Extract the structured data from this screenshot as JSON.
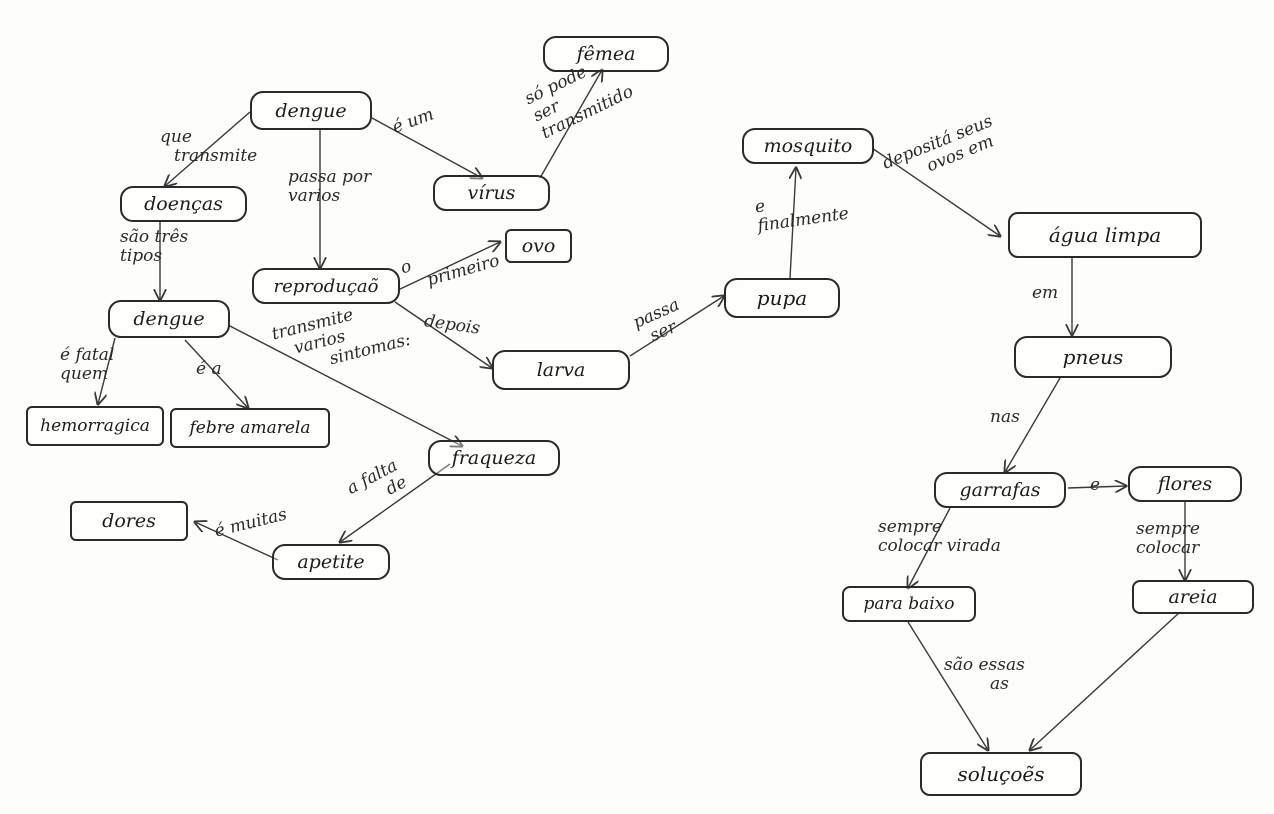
{
  "nodes": {
    "femea": "fêmea",
    "dengue_top": "dengue",
    "doencas": "doenças",
    "virus": "vírus",
    "reproducao": "reproduçaõ",
    "ovo": "ovo",
    "dengue_mid": "dengue",
    "larva": "larva",
    "pupa": "pupa",
    "hemorragica": "hemorragica",
    "febre_amarela": "febre amarela",
    "fraqueza": "fraqueza",
    "dores": "dores",
    "apetite": "apetite",
    "mosquito": "mosquito",
    "agua_limpa": "água limpa",
    "pneus": "pneus",
    "garrafas": "garrafas",
    "flores": "flores",
    "para_baixo": "para baixo",
    "areia": "areia",
    "solucoes": "soluçoẽs"
  },
  "links": {
    "so_pode_1": "só pode",
    "so_pode_2": "ser",
    "so_pode_3": "transmitido",
    "e_um": "é um",
    "que_transmite_1": "que",
    "que_transmite_2": "transmite",
    "passa_por_1": "passa por",
    "passa_por_2": "varios",
    "sao_tres_1": "são três",
    "sao_tres_2": "tipos",
    "o_primeiro_1": "o",
    "o_primeiro_2": "primeiro",
    "depois": "depois",
    "passa_a_ser_1": "passa",
    "passa_a_ser_2": "ser",
    "e_finalmente_1": "e",
    "e_finalmente_2": "finalmente",
    "deposita_1": "depositá seus",
    "deposita_2": "ovos em",
    "e_fatal_1": "é fatal",
    "e_fatal_2": "quem",
    "e_a": "é a",
    "transmite_sintomas_1": "transmite",
    "transmite_sintomas_2": "varios",
    "transmite_sintomas_3": "sintomas:",
    "a_falta_de_1": "a falta",
    "a_falta_de_2": "de",
    "e_muitas": "é muitas",
    "em": "em",
    "nas": "nas",
    "e_conj": "e",
    "sempre_colocar_virada_1": "sempre",
    "sempre_colocar_virada_2": "colocar virada",
    "sempre_colocar_1": "sempre",
    "sempre_colocar_2": "colocar",
    "sao_essas_1": "são essas",
    "sao_essas_2": "as"
  }
}
